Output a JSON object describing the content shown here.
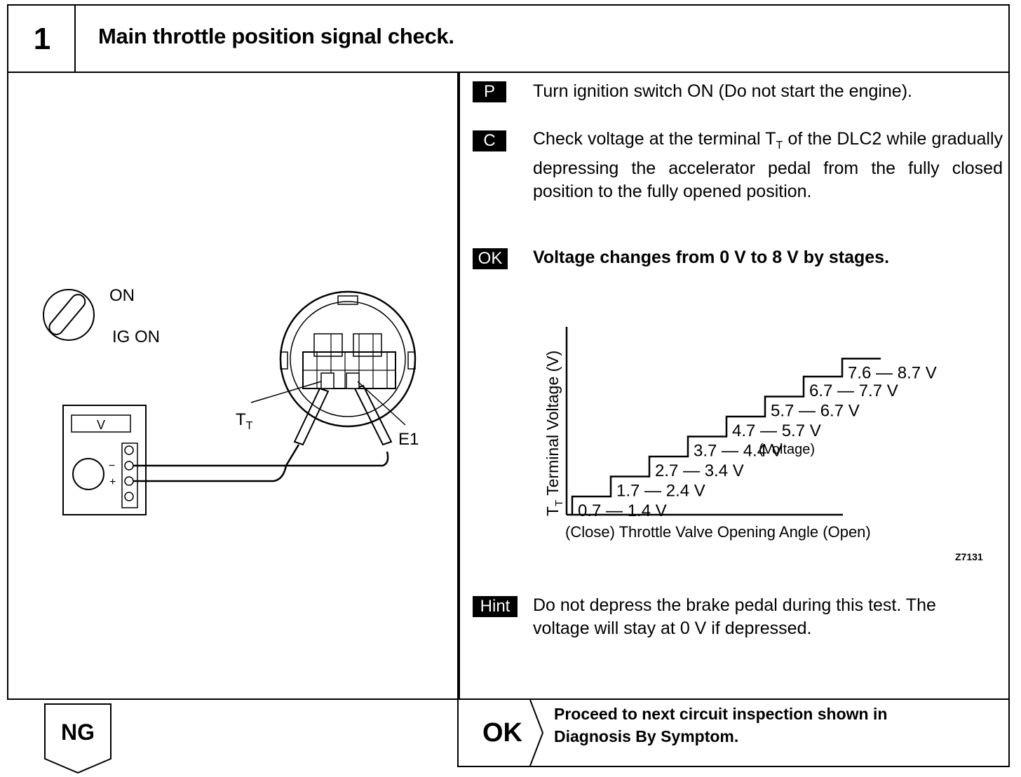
{
  "header": {
    "step_number": "1",
    "title": "Main throttle position signal check."
  },
  "diagram": {
    "switch_on_label": "ON",
    "ig_on_label": "IG ON",
    "meter_display": "V",
    "meter_minus": "−",
    "meter_plus": "+",
    "terminal_tt_main": "T",
    "terminal_tt_sub": "T",
    "terminal_e1": "E1"
  },
  "instructions": {
    "prep_badge": "P",
    "prep_text": "Turn ignition switch ON (Do not start the engine).",
    "check_badge": "C",
    "check_text_pre": "Check voltage at the terminal T",
    "check_text_sub": "T",
    "check_text_post": " of the DLC2 while gradually depressing the accelerator pedal from the fully closed position to the fully opened position.",
    "ok_badge": "OK",
    "ok_text": "Voltage changes from 0 V to 8 V by stages.",
    "hint_badge": "Hint",
    "hint_text": "Do not depress the brake pedal during this test. The voltage will stay at 0 V if depressed."
  },
  "chart_data": {
    "type": "step",
    "ylabel_main": "T",
    "ylabel_sub": "T",
    "ylabel_rest": " Terminal Voltage (V)",
    "xlabel": "(Close) Throttle Valve Opening Angle (Open)",
    "annotation": "(Voltage)",
    "figure_code": "Z7131",
    "steps": [
      {
        "label": "0.7 — 1.4 V",
        "low": 0.7,
        "high": 1.4
      },
      {
        "label": "1.7 — 2.4 V",
        "low": 1.7,
        "high": 2.4
      },
      {
        "label": "2.7 — 3.4 V",
        "low": 2.7,
        "high": 3.4
      },
      {
        "label": "3.7 — 4.4 V",
        "low": 3.7,
        "high": 4.4
      },
      {
        "label": "4.7 — 5.7 V",
        "low": 4.7,
        "high": 5.7
      },
      {
        "label": "5.7 — 6.7 V",
        "low": 5.7,
        "high": 6.7
      },
      {
        "label": "6.7 — 7.7 V",
        "low": 6.7,
        "high": 7.7
      },
      {
        "label": "7.6 — 8.7 V",
        "low": 7.6,
        "high": 8.7
      }
    ]
  },
  "footer": {
    "ng_label": "NG",
    "ok_label": "OK",
    "ok_text": "Proceed to next circuit inspection shown in Diagnosis By Symptom."
  }
}
